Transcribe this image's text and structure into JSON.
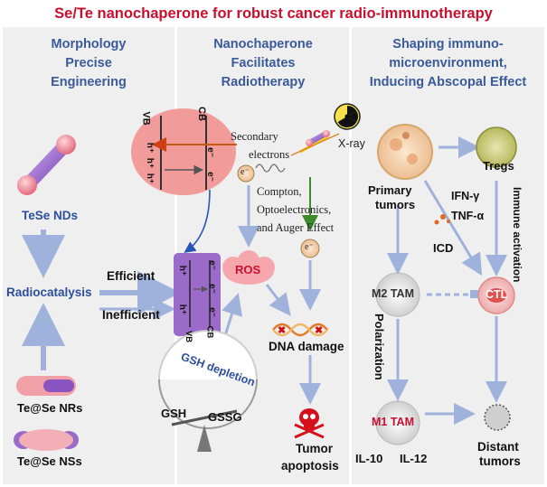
{
  "title": "Se/Te nanochaperone for robust cancer radio-immunotherapy",
  "panels": {
    "left": {
      "line1": "Morphology",
      "line2": "Precise",
      "line3": "Engineering"
    },
    "middle": {
      "line1": "Nanochaperone",
      "line2": "Facilitates",
      "line3": "Radiotherapy"
    },
    "right": {
      "line1": "Shaping immuno-",
      "line2": "microenvironment,",
      "line3": "Inducing Abscopal Effect"
    }
  },
  "left": {
    "tese": "TeSe NDs",
    "radiocatalysis": "Radiocatalysis",
    "tese_nrs": "Te@Se NRs",
    "tese_nss": "Te@Se NSs",
    "efficient": "Efficient",
    "inefficient": "Inefficient"
  },
  "band": {
    "vb": "VB",
    "cb": "CB",
    "h_plus": "h⁺",
    "e_minus": "e⁻"
  },
  "middle": {
    "secondary_1": "Secondary",
    "secondary_2": "electrons",
    "compton_1": "Compton,",
    "compton_2": "Optoelectronics,",
    "compton_3": "and Auger Effect",
    "ros": "ROS",
    "dna": "DNA damage",
    "gsh_depletion": "GSH depletion",
    "gsh": "GSH",
    "gssg": "GSSG",
    "tumor_1": "Tumor",
    "tumor_2": "apoptosis",
    "xray": "X-ray",
    "electron": "e⁻"
  },
  "right": {
    "primary_1": "Primary",
    "primary_2": "tumors",
    "tregs": "Tregs",
    "ifn": "IFN-γ",
    "tnf": "TNF-α",
    "immune_1": "Immune",
    "immune_2": "activation",
    "icd": "ICD",
    "m2": "M2 TAM",
    "ctl": "CTL",
    "polarization": "Polarization",
    "m1": "M1 TAM",
    "il10": "IL-10",
    "il12": "IL-12",
    "distant_1": "Distant",
    "distant_2": "tumors"
  },
  "colors": {
    "title_red": "#c8102e",
    "header_blue": "#3a5a9a",
    "arrow_blue": "#9fb2dc",
    "purple": "#9a6bc9",
    "pink": "#f08a8a",
    "panel_gray": "#eeeeee"
  }
}
